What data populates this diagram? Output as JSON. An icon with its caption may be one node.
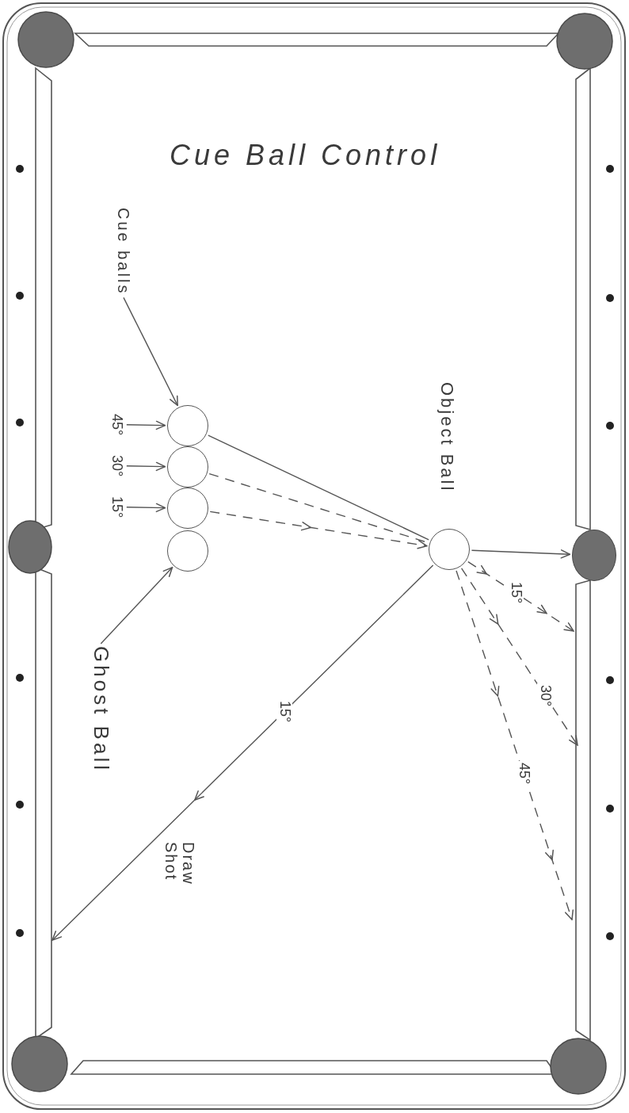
{
  "diagram": {
    "title": "Cue Ball Control",
    "nodes": [
      {
        "text": [
          "Cue balls"
        ]
      },
      {
        "text": [],
        "shape": "circle"
      },
      {
        "text": [],
        "shape": "circle"
      },
      {
        "text": [],
        "shape": "circle"
      },
      {
        "text": [],
        "shape": "circle"
      },
      {
        "text": [
          "45°"
        ]
      },
      {
        "text": [
          "30°"
        ]
      },
      {
        "text": [
          "15°"
        ]
      },
      {
        "text": [
          "Ghost Ball"
        ]
      },
      {
        "text": [],
        "shape": "circle",
        "beside": [
          "Object Ball"
        ]
      },
      {
        "text": [],
        "shape": "circle"
      }
    ],
    "edges": [
      {
        "from": 0,
        "to": 1,
        "arrow": "to"
      },
      {
        "from": 5,
        "to": 1,
        "arrow": "to"
      },
      {
        "from": 6,
        "to": 2,
        "arrow": "to"
      },
      {
        "from": 7,
        "to": 3,
        "arrow": "to"
      },
      {
        "from": 8,
        "to": 4,
        "arrow": "to"
      },
      {
        "from": 1,
        "to": 9,
        "arrow": "none"
      },
      {
        "from": 2,
        "to": 9,
        "arrow": "none",
        "style": "dashed"
      },
      {
        "from": 3,
        "to": 9,
        "arrow": "to",
        "style": "dashed"
      },
      {
        "from": 9,
        "to": 10,
        "arrow": "to"
      },
      {
        "from": 9,
        "to": null,
        "arrow": "to",
        "label": "15°"
      },
      {
        "from": 9,
        "to": null,
        "arrow": "to",
        "label": "15°",
        "style": "dashed"
      },
      {
        "from": 9,
        "to": null,
        "arrow": "to",
        "label": "30°",
        "style": "dashed"
      },
      {
        "from": 9,
        "to": null,
        "arrow": "to",
        "label": "45°",
        "style": "dashed"
      }
    ],
    "labels": [
      "Draw Shot"
    ]
  }
}
